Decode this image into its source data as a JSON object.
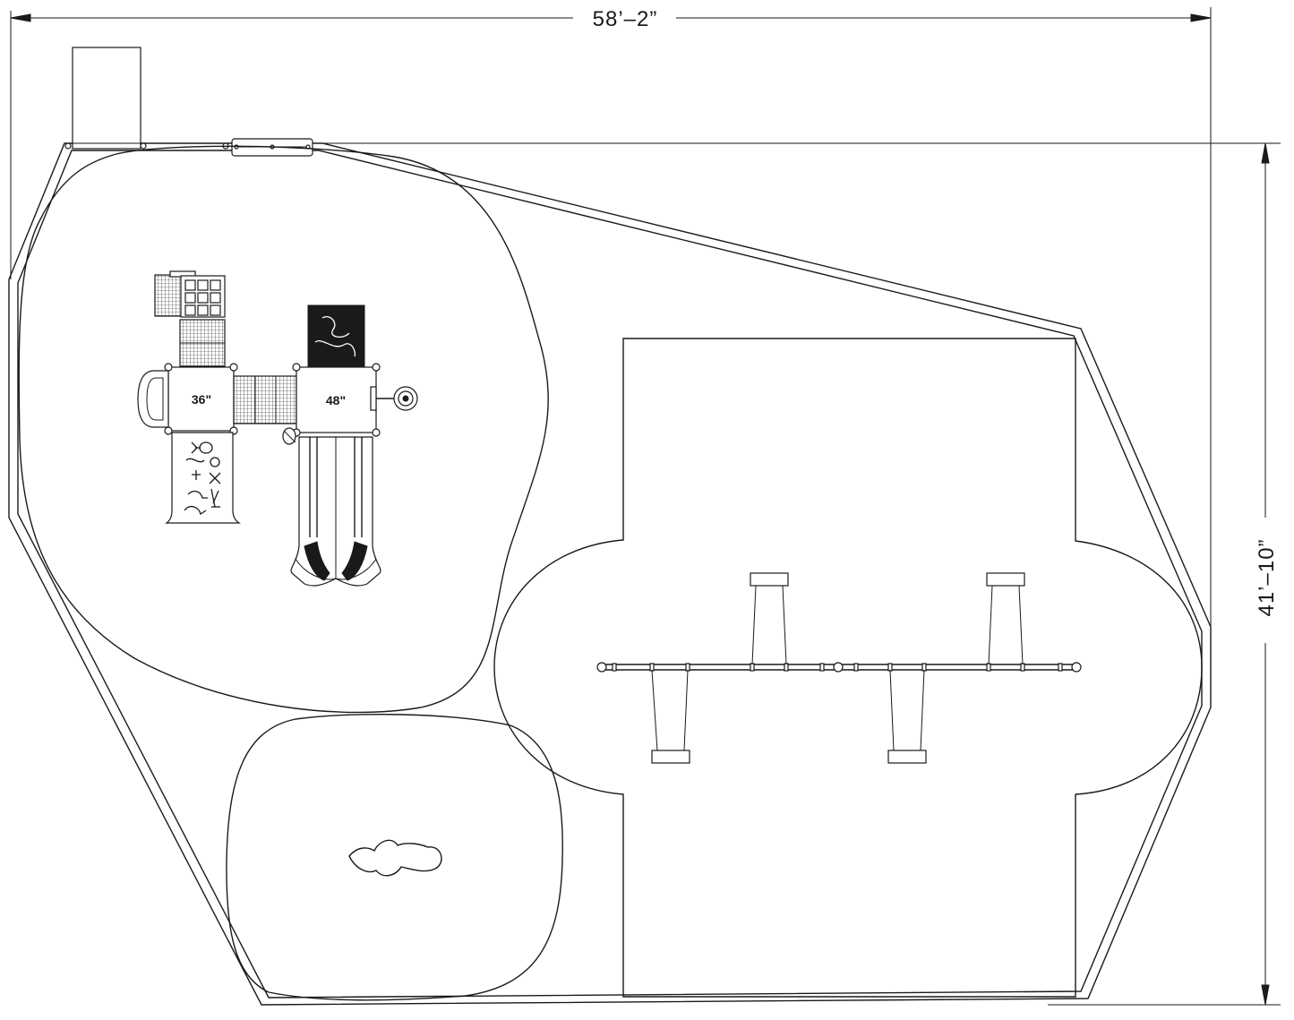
{
  "dimensions": {
    "width": "58’–2”",
    "height": "41’–10”"
  },
  "platforms": {
    "left_deck": "36\"",
    "right_deck": "48\""
  },
  "components": [
    "boundary-border",
    "playstructure-safety-zone",
    "swing-safety-zone",
    "spring-rider-safety-zone",
    "play-structure",
    "swing-set",
    "fish-spring-rider"
  ]
}
